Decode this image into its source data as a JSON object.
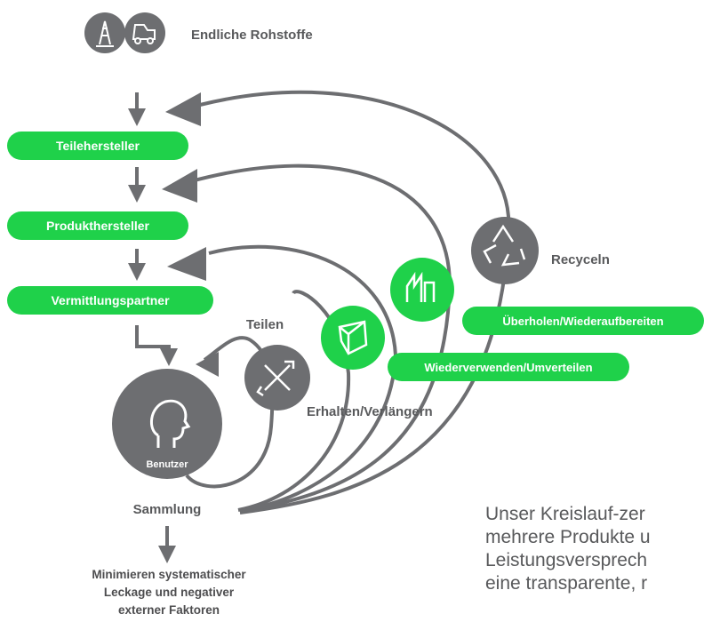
{
  "colors": {
    "green": "#1fd14a",
    "gray": "#6d6e71",
    "dark": "#58595b"
  },
  "top": {
    "label": "Endliche Rohstoffe",
    "icons": [
      "oil-derrick-icon",
      "mining-truck-icon"
    ]
  },
  "chain": {
    "parts_maker": "Teilehersteller",
    "product_maker": "Produkthersteller",
    "partner": "Vermittlungspartner"
  },
  "loops": {
    "share": {
      "label": "Teilen",
      "icon": "tools-icon"
    },
    "maintain": {
      "label": "Erhalten/Verlängern",
      "icon": "box-icon"
    },
    "reuse": {
      "label": "Wiederverwenden/Umverteilen"
    },
    "refurbish": {
      "label": "Überholen/Wiederaufbereiten",
      "icon": "factory-icon"
    },
    "recycle": {
      "label": "Recyceln",
      "icon": "recycle-icon"
    }
  },
  "user": {
    "label": "Benutzer",
    "icon": "head-icon"
  },
  "collection": "Sammlung",
  "leakage": [
    "Minimieren systematischer",
    "Leckage und negativer",
    "externer Faktoren"
  ],
  "body_text": [
    "Unser Kreislauf-zer",
    "mehrere Produkte u",
    "Leistungsversprech",
    "eine transparente, r"
  ]
}
